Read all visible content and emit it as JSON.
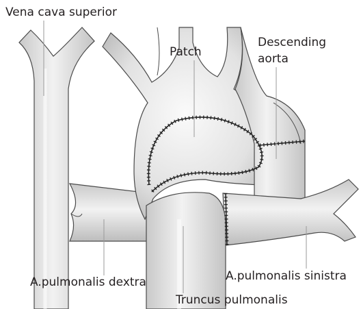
{
  "labels": {
    "vena_cava_superior": "Vena cava superior",
    "patch": "Patch",
    "descending_aorta_line1": "Descending",
    "descending_aorta_line2": "aorta",
    "a_pulmonalis_dextra": "A.pulmonalis dextra",
    "a_pulmonalis_sinistra": "A.pulmonalis sinistra",
    "truncus_pulmonalis": "Truncus pulmonalis"
  },
  "colors": {
    "outline": "#4a4a4a",
    "vessel_fill": "#ececec",
    "vessel_shade": "#bdbdbd",
    "suture": "#222222",
    "leader": "#9a9a9a",
    "text": "#231f20"
  }
}
